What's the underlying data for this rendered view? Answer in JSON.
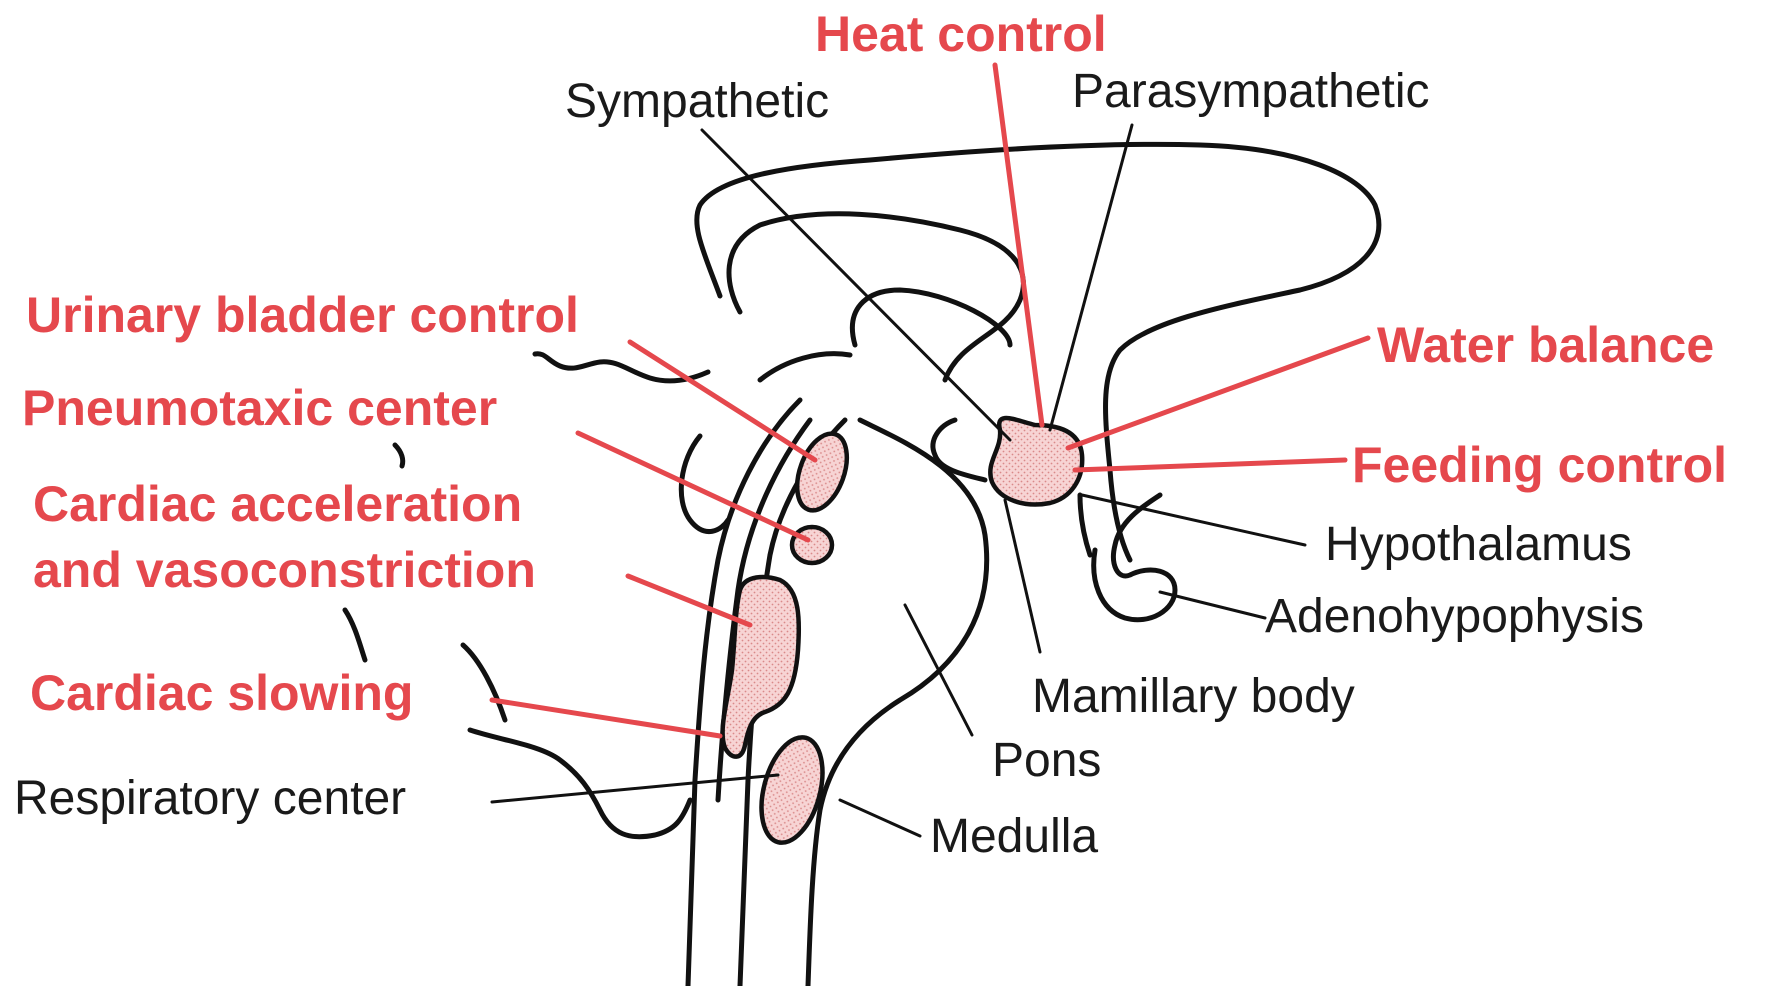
{
  "colors": {
    "function_label": "#e5484d",
    "structure_label": "#1a1a1a",
    "region_fill": "#f7d4d4",
    "outline": "#111111",
    "background": "#ffffff"
  },
  "function_labels": {
    "heat_control": "Heat control",
    "water_balance": "Water balance",
    "feeding_control": "Feeding control",
    "urinary_bladder_control": "Urinary bladder control",
    "pneumotaxic_center": "Pneumotaxic center",
    "cardiac_acceleration_line1": "Cardiac acceleration",
    "cardiac_acceleration_line2": "and vasoconstriction",
    "cardiac_slowing": "Cardiac slowing"
  },
  "structure_labels": {
    "sympathetic": "Sympathetic",
    "parasympathetic": "Parasympathetic",
    "hypothalamus": "Hypothalamus",
    "adenohypophysis": "Adenohypophysis",
    "mamillary_body": "Mamillary body",
    "pons": "Pons",
    "medulla": "Medulla",
    "respiratory_center": "Respiratory center"
  }
}
